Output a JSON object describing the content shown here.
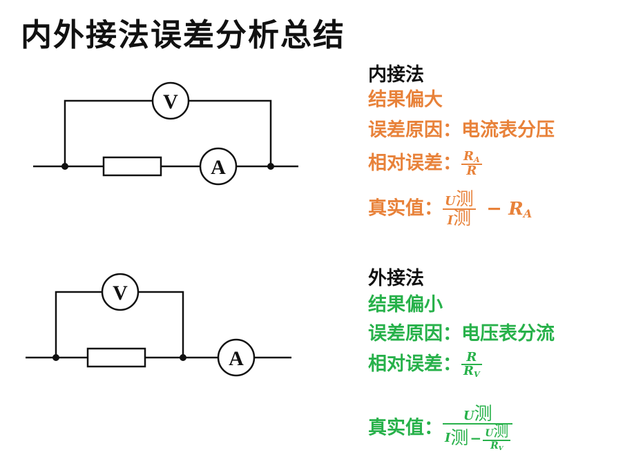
{
  "title": "内外接法误差分析总结",
  "colors": {
    "inner": "#e8823a",
    "outer": "#27b14a",
    "text": "#111111"
  },
  "circuit_inner": {
    "voltmeter_label": "V",
    "ammeter_label": "A"
  },
  "circuit_outer": {
    "voltmeter_label": "V",
    "ammeter_label": "A"
  },
  "inner": {
    "heading": "内接法",
    "result": "结果偏大",
    "cause": "误差原因：电流表分压",
    "rel_label": "相对误差：",
    "rel_num": "R",
    "rel_num_sub": "A",
    "rel_den": "R",
    "true_label": "真实值：",
    "tv_num": "U",
    "tv_num_sub": "测",
    "tv_den": "I",
    "tv_den_sub": "测",
    "tv_minus": "−",
    "tv_ra": "R",
    "tv_ra_sub": "A"
  },
  "outer": {
    "heading": "外接法",
    "result": "结果偏小",
    "cause": "误差原因：电压表分流",
    "rel_label": "相对误差：",
    "rel_num": "R",
    "rel_den": "R",
    "rel_den_sub": "V",
    "true_label": "真实值：",
    "tv_num": "U",
    "tv_num_sub": "测",
    "tv_den_i": "I",
    "tv_den_i_sub": "测",
    "tv_minus": "−",
    "tv_inner_num": "U",
    "tv_inner_num_sub": "测",
    "tv_inner_den": "R",
    "tv_inner_den_sub": "V"
  }
}
